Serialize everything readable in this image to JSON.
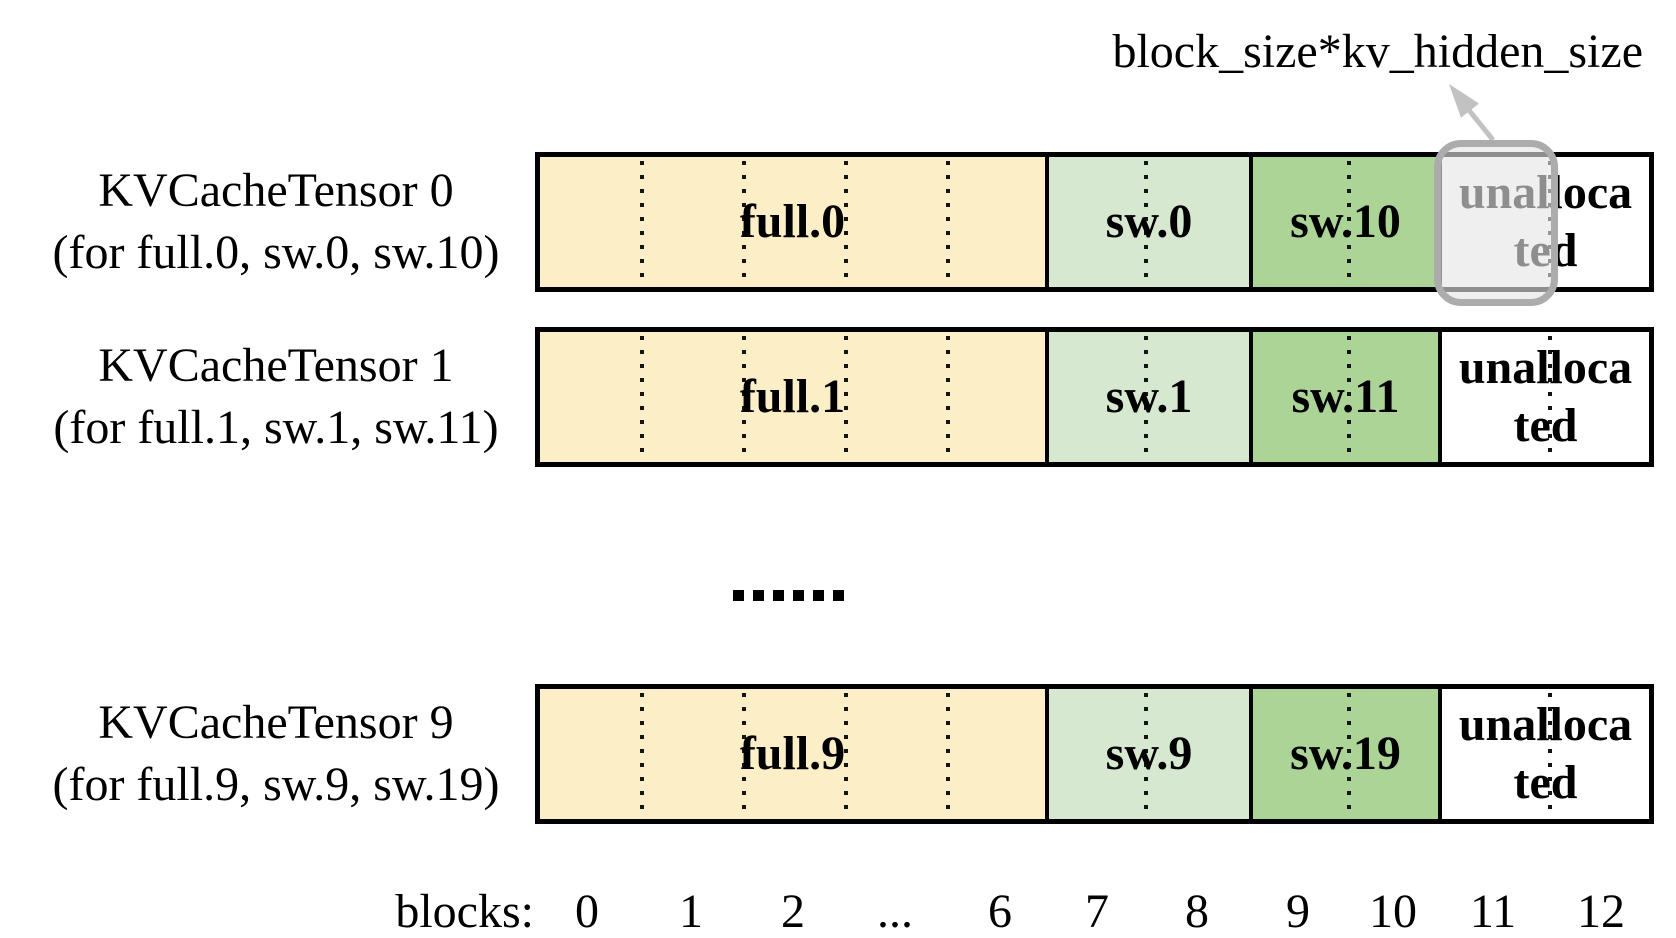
{
  "annotation": {
    "label": "block_size*kv_hidden_size"
  },
  "rows": [
    {
      "title": "KVCacheTensor 0",
      "subtitle": "(for full.0, sw.0, sw.10)",
      "segments": {
        "full": "full.0",
        "sw": "sw.0",
        "sw_next": "sw.10",
        "unallocated": "unallocated",
        "unallocated_line1": "unalloca",
        "unallocated_line2": "ted"
      },
      "highlighted_block": "11"
    },
    {
      "title": "KVCacheTensor 1",
      "subtitle": "(for full.1, sw.1, sw.11)",
      "segments": {
        "full": "full.1",
        "sw": "sw.1",
        "sw_next": "sw.11",
        "unallocated": "unallocated",
        "unallocated_line1": "unalloca",
        "unallocated_line2": "ted"
      }
    },
    {
      "title": "KVCacheTensor 9",
      "subtitle": "(for full.9, sw.9, sw.19)",
      "segments": {
        "full": "full.9",
        "sw": "sw.9",
        "sw_next": "sw.19",
        "unallocated": "unallocated",
        "unallocated_line1": "unalloca",
        "unallocated_line2": "ted"
      }
    }
  ],
  "ellipsis": "......",
  "axis": {
    "label": "blocks:",
    "ticks": [
      "0",
      "1",
      "2",
      "...",
      "6",
      "7",
      "8",
      "9",
      "10",
      "11",
      "12"
    ]
  },
  "colors": {
    "full_fill": "#FCEFC7",
    "sw_fill": "#D6E8D0",
    "sw_next_fill": "#ACD497",
    "unallocated_fill": "#FFFFFF",
    "bar_border": "#000000",
    "highlight_border": "#ACACAC",
    "arrow": "#C2C2C2"
  }
}
